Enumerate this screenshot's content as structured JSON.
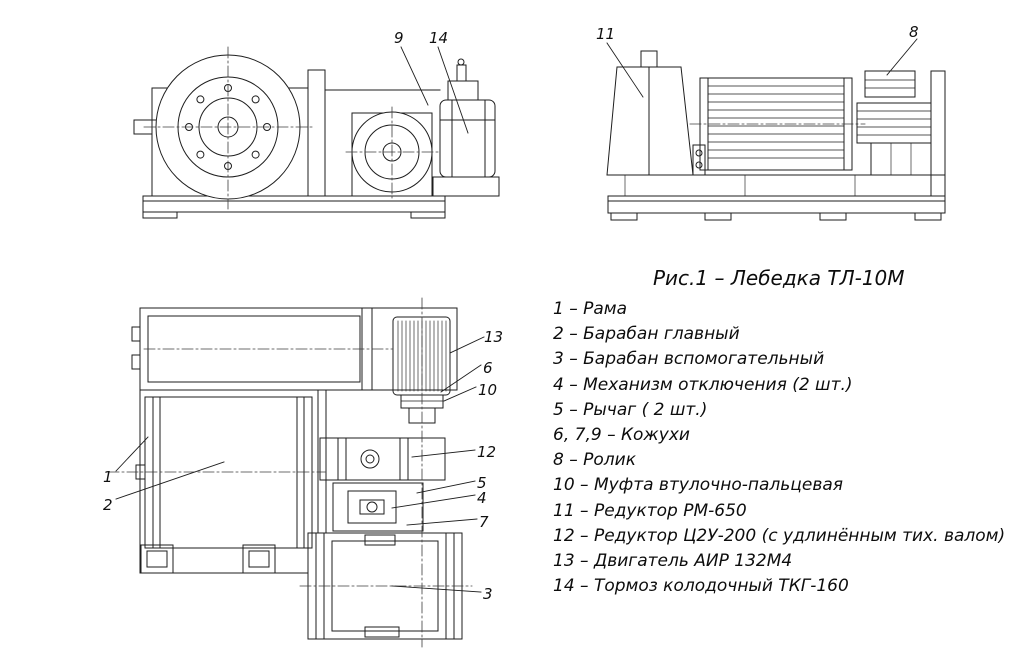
{
  "caption": {
    "title": "Рис.1 – Лебедка ТЛ-10М",
    "items": [
      "1 – Рама",
      "2 – Барабан главный",
      "3 – Барабан вспомогательный",
      "4 – Механизм отключения (2 шт.)",
      "5 – Рычаг ( 2 шт.)",
      "6, 7,9 – Кожухи",
      "8 – Ролик",
      "10 – Муфта втулочно-пальцевая",
      "11 – Редуктор РМ-650",
      "12 – Редуктор Ц2У-200 (с удлинённым тих. валом)",
      "13 – Двигатель АИР 132М4",
      "14 – Тормоз колодочный ТКГ-160"
    ]
  },
  "views": {
    "front": {
      "callouts": [
        "9",
        "14"
      ]
    },
    "side": {
      "callouts": [
        "11",
        "8"
      ]
    },
    "plan": {
      "callouts": [
        "13",
        "6",
        "10",
        "12",
        "5",
        "4",
        "7",
        "3",
        "1",
        "2"
      ]
    }
  }
}
